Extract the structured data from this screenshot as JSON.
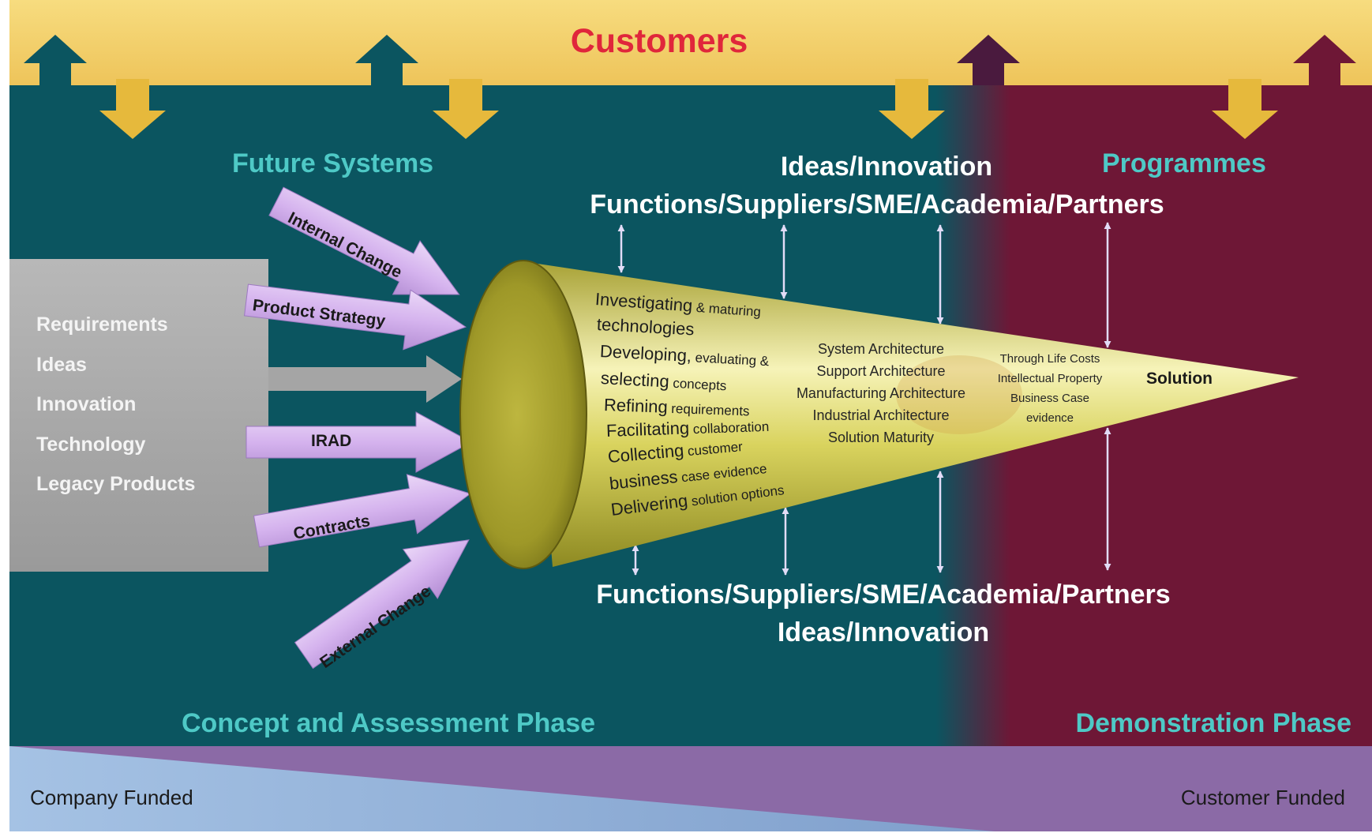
{
  "header": {
    "title": "Customers"
  },
  "labels": {
    "future_systems": "Future Systems",
    "programmes": "Programmes",
    "ideas_top": "Ideas/Innovation",
    "functions_top": "Functions/Suppliers/SME/Academia/Partners",
    "functions_bottom": "Functions/Suppliers/SME/Academia/Partners",
    "ideas_bottom": "Ideas/Innovation",
    "concept_phase": "Concept and Assessment Phase",
    "demo_phase": "Demonstration Phase",
    "company_funded": "Company Funded",
    "customer_funded": "Customer Funded",
    "solution": "Solution"
  },
  "inputs": [
    "Requirements",
    "Ideas",
    "Innovation",
    "Technology",
    "Legacy Products"
  ],
  "arrows": {
    "internal_change": "Internal Change",
    "product_strategy": "Product Strategy",
    "irad": "IRAD",
    "contracts": "Contracts",
    "external_change": "External Change"
  },
  "cone_activities": [
    {
      "big": "Investigating",
      "small": " & maturing"
    },
    {
      "big": "technologies",
      "small": ""
    },
    {
      "big": "Developing,",
      "small": " evaluating &"
    },
    {
      "big": "selecting",
      "small": " concepts"
    },
    {
      "big": "Refining",
      "small": " requirements"
    },
    {
      "big": "Facilitating",
      "small": " collaboration"
    },
    {
      "big": "Collecting",
      "small": " customer"
    },
    {
      "big": "business",
      "small": " case evidence"
    },
    {
      "big": "Delivering",
      "small": " solution options"
    }
  ],
  "architecture": [
    "System Architecture",
    "Support Architecture",
    "Manufacturing Architecture",
    "Industrial Architecture",
    "Solution Maturity"
  ],
  "through_life": [
    "Through Life Costs",
    "Intellectual Property",
    "Business Case",
    "evidence"
  ],
  "colors": {
    "teal": "#0b5560",
    "maroon": "#6e1736",
    "banner": "#f3cf68",
    "customers_red": "#e0263b",
    "cyan_text": "#4ec9c6",
    "lavender": "#d8b6ee",
    "cone": "#d8d25a",
    "funding_blue": "#95b6dc",
    "funding_purple": "#8b6aa6"
  }
}
